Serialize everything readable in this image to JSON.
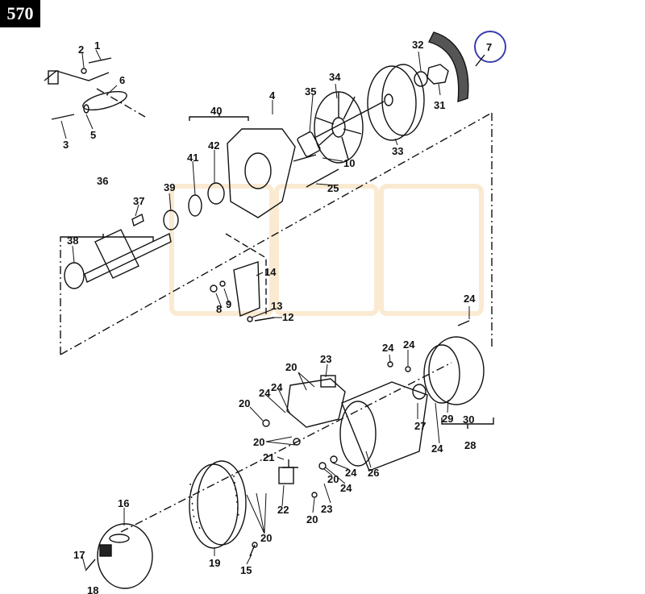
{
  "page_number": "570",
  "callouts": {
    "c1": "1",
    "c2": "2",
    "c3": "3",
    "c4": "4",
    "c5": "5",
    "c6": "6",
    "c7": "7",
    "c8": "8",
    "c9": "9",
    "c10": "10",
    "c12": "12",
    "c13": "13",
    "c14": "14",
    "c15": "15",
    "c16": "16",
    "c17": "17",
    "c18": "18",
    "c19": "19",
    "c20": "20",
    "c21": "21",
    "c22": "22",
    "c23": "23",
    "c24": "24",
    "c25": "25",
    "c26": "26",
    "c27": "27",
    "c28": "28",
    "c29": "29",
    "c30": "30",
    "c31": "31",
    "c32": "32",
    "c33": "33",
    "c34": "34",
    "c35": "35",
    "c36": "36",
    "c37": "37",
    "c38": "38",
    "c39": "39",
    "c40": "40",
    "c41": "41",
    "c42": "42"
  },
  "colors": {
    "ink": "#111111",
    "highlight_circle": "#3a3fae",
    "watermark": "#f2c27a"
  }
}
